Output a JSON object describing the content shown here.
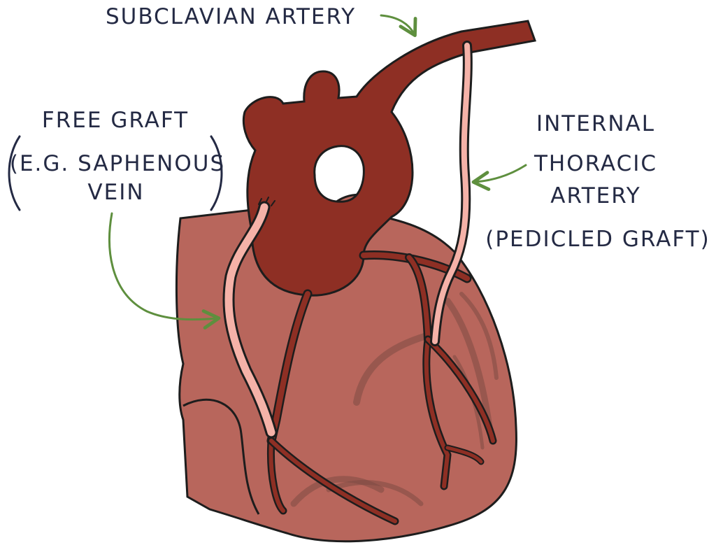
{
  "labels": {
    "subclavian": "SUBCLAVIAN ARTERY",
    "free_graft_1": "FREE GRAFT",
    "free_graft_2": "(E.G. SAPHENOUS",
    "free_graft_3": "VEIN",
    "internal_1": "INTERNAL",
    "internal_2": "THORACIC",
    "internal_3": "ARTERY",
    "internal_4": "(PEDICLED GRAFT)"
  },
  "colors": {
    "heart": "#b8665c",
    "aorta": "#8e2f24",
    "graft": "#f5b2a8",
    "outline": "#1d1d1d",
    "arrow": "#5e8f3e",
    "text": "#242a44"
  }
}
